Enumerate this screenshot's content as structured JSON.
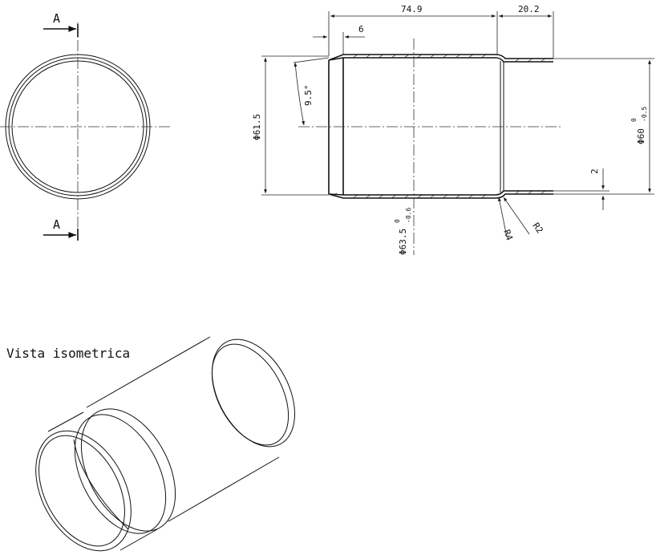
{
  "section_view": {
    "marker": "A",
    "marker_bottom": "A"
  },
  "dimensions": {
    "length_main": "74.9",
    "length_neck": "20.2",
    "edge_step": "6",
    "angle": "9.5°",
    "dia_inner": "Φ61.5",
    "dia_outer": "Φ63.5",
    "dia_outer_tol_upper": "0",
    "dia_outer_tol_lower": "-0.6",
    "dia_neck": "Φ60",
    "dia_neck_tol_upper": "0",
    "dia_neck_tol_lower": "-0.5",
    "step_height": "2",
    "radius_small": "R4",
    "radius_large": "R2"
  },
  "iso_label": "Vista isometrica"
}
